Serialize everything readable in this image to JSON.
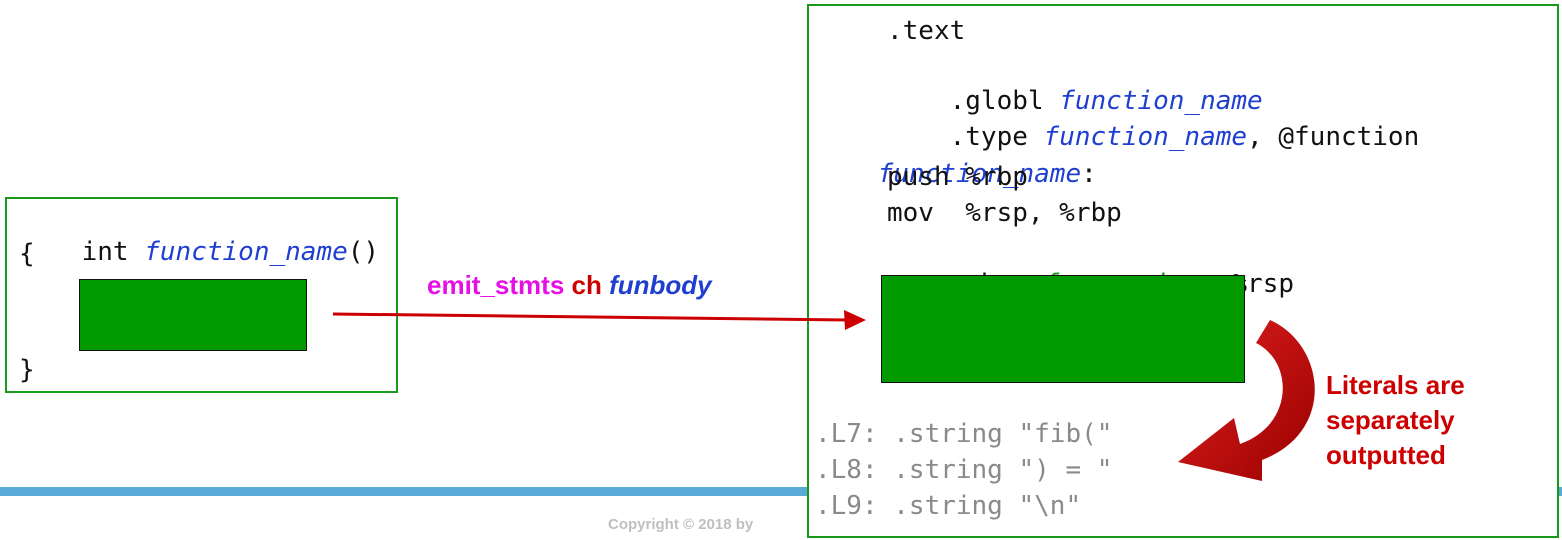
{
  "c_code": {
    "line1_keyword": "int ",
    "line1_name": "function_name",
    "line1_parens": "()",
    "open_brace": "{",
    "close_brace": "}"
  },
  "arrow_label": {
    "word1": "emit_stmts",
    "word2": "ch",
    "word3": "funbody"
  },
  "asm": {
    "text_dir": ".text",
    "globl_dir": ".globl ",
    "globl_name": "function_name",
    "type_dir": ".type ",
    "type_name": "function_name",
    "type_suffix": ", @function",
    "label_name": "function_name",
    "label_colon": ":",
    "push": "push %rbp",
    "mov": "mov  %rsp, %rbp",
    "sub_prefix": "sub  -",
    "sub_frame": "frame_size",
    "sub_suffix": ", %rsp",
    "literals": [
      ".L7: .string \"fib(\"",
      ".L8: .string \") = \"",
      ".L9: .string \"\\n\""
    ]
  },
  "note": {
    "line1": "Literals are",
    "line2": "separately",
    "line3": "outputted"
  },
  "copyright": "Copyright © 2018 by",
  "colors": {
    "frame_green": "#1a9a1a",
    "block_green": "#009900",
    "arrow_red": "#cc0000",
    "bar_blue": "#5aa9d6"
  }
}
